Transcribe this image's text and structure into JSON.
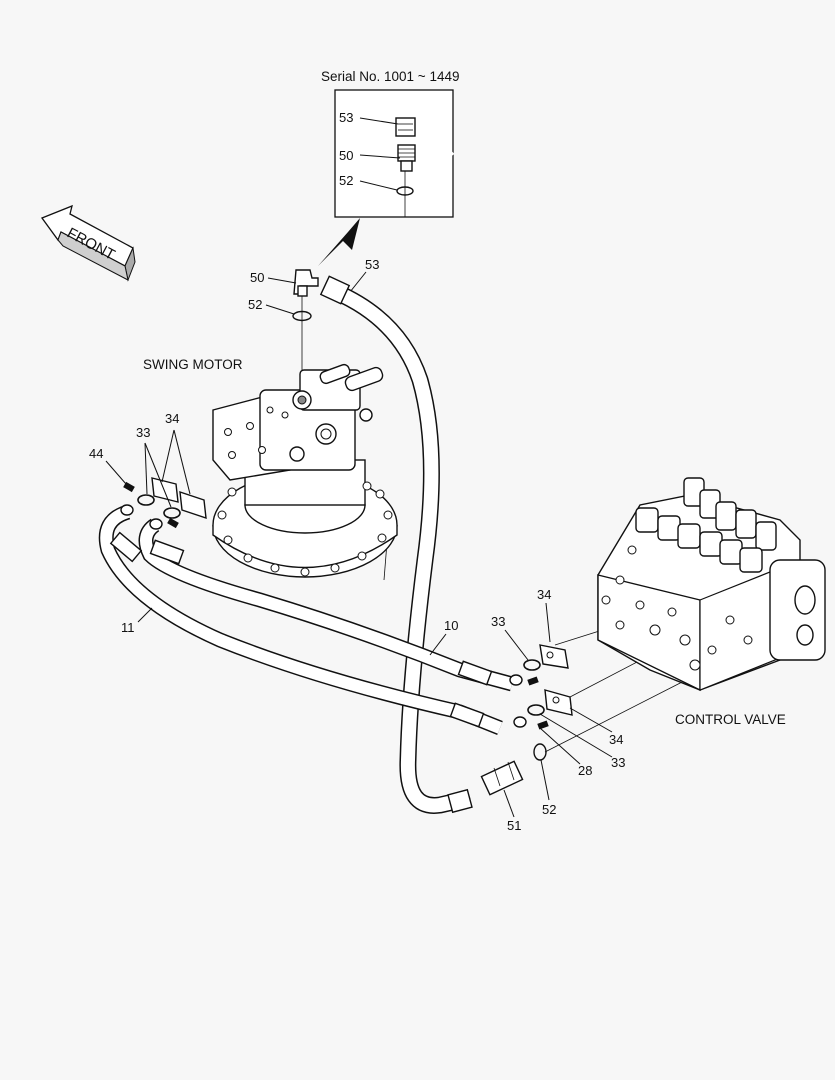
{
  "inset": {
    "serial": "Serial No. 1001 ~ 1449",
    "callouts": [
      "53",
      "50",
      "52"
    ]
  },
  "front_label": "FRONT",
  "components": {
    "swing_motor": "SWING MOTOR",
    "control_valve": "CONTROL VALVE"
  },
  "callouts": {
    "c50": "50",
    "c52_top": "52",
    "c53": "53",
    "c34_left": "34",
    "c33_left": "33",
    "c44": "44",
    "c11": "11",
    "c10": "10",
    "c33_upper": "33",
    "c34_upper": "34",
    "c34_lower": "34",
    "c33_lower": "33",
    "c28": "28",
    "c52_bottom": "52",
    "c51": "51"
  }
}
